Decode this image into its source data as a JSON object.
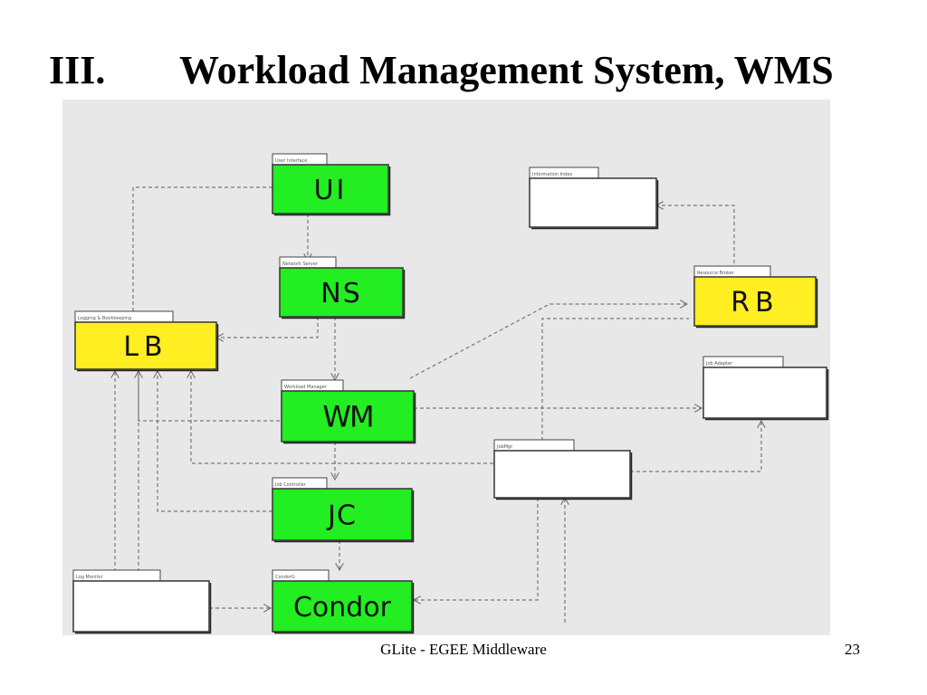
{
  "slide": {
    "title_number": "III.",
    "title_text": "Workload Management System, WMS",
    "footer_text": "GLite - EGEE Middleware",
    "page_number": "23"
  },
  "colors": {
    "diagram_bg": "#e8e8e8",
    "green": "#22ee22",
    "yellow": "#ffee22",
    "white": "#ffffff",
    "line": "#777777"
  },
  "diagram": {
    "components": [
      {
        "id": "ui",
        "label": "UI",
        "tab_label": "User Interface",
        "color": "green"
      },
      {
        "id": "ns",
        "label": "NS",
        "tab_label": "Network Server",
        "color": "green"
      },
      {
        "id": "lb",
        "label": "LB",
        "tab_label": "Logging & Bookkeeping",
        "color": "yellow"
      },
      {
        "id": "wm",
        "label": "WM",
        "tab_label": "Workload Manager",
        "color": "green"
      },
      {
        "id": "jc",
        "label": "JC",
        "tab_label": "Job Controller",
        "color": "green"
      },
      {
        "id": "condor",
        "label": "Condor",
        "tab_label": "CondorG",
        "color": "green"
      },
      {
        "id": "rb",
        "label": "RB",
        "tab_label": "Resource Broker",
        "color": "yellow"
      },
      {
        "id": "info",
        "label": "",
        "tab_label": "Information Index",
        "color": "white"
      },
      {
        "id": "jobadapter",
        "label": "",
        "tab_label": "Job Adapter",
        "color": "white"
      },
      {
        "id": "jobmgr",
        "label": "",
        "tab_label": "JobMgr",
        "color": "white"
      },
      {
        "id": "logmonitor",
        "label": "",
        "tab_label": "Log Monitor",
        "color": "white"
      }
    ]
  }
}
